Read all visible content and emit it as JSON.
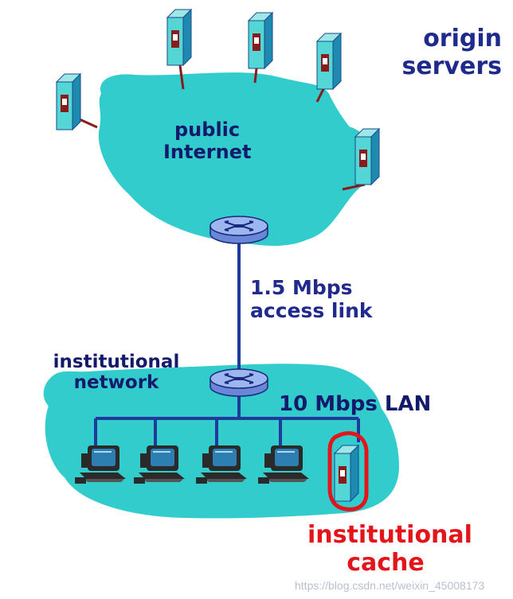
{
  "labels": {
    "origin_servers": [
      "origin",
      "servers"
    ],
    "public_internet": [
      "public",
      "Internet"
    ],
    "access_link": [
      "1.5 Mbps",
      "access link"
    ],
    "institutional_network": [
      "institutional",
      "network"
    ],
    "lan": "10 Mbps LAN",
    "institutional_cache": [
      "institutional",
      "cache"
    ]
  },
  "watermark": "https://blog.csdn.net/weixin_45008173",
  "colors": {
    "cloud": "#33cccc",
    "router": "#8ba4e8",
    "link": "#1f3a9a",
    "server_link": "#8b1a1a",
    "highlight": "#e4141b"
  },
  "icons": {
    "server": "server-icon",
    "router": "router-icon",
    "pc": "pc-icon"
  }
}
